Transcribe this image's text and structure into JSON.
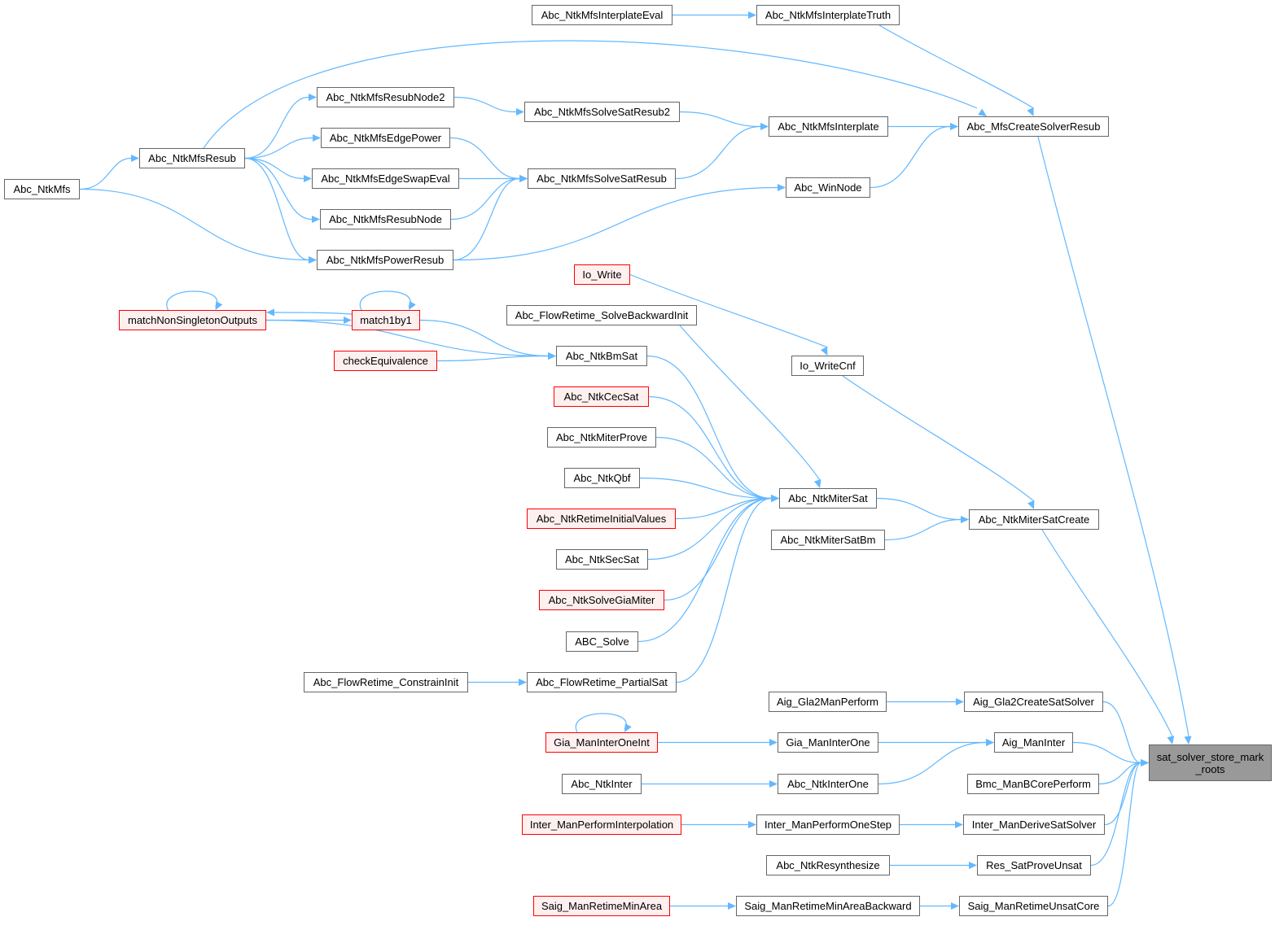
{
  "colors": {
    "edge": "#63b8ff",
    "node_border": "#666666",
    "red_border": "#ff0000",
    "red_fill": "#fff0f0",
    "focus_fill": "#999999"
  },
  "nodes": [
    {
      "label": "Abc_NtkMfsInterplateEval",
      "style": "normal"
    },
    {
      "label": "Abc_NtkMfsInterplateTruth",
      "style": "normal"
    },
    {
      "label": "Abc_NtkMfsResubNode2",
      "style": "normal"
    },
    {
      "label": "Abc_NtkMfsSolveSatResub2",
      "style": "normal"
    },
    {
      "label": "Abc_NtkMfsInterplate",
      "style": "normal"
    },
    {
      "label": "Abc_MfsCreateSolverResub",
      "style": "normal"
    },
    {
      "label": "Abc_NtkMfsEdgePower",
      "style": "normal"
    },
    {
      "label": "Abc_NtkMfsResub",
      "style": "normal"
    },
    {
      "label": "Abc_NtkMfs",
      "style": "normal"
    },
    {
      "label": "Abc_NtkMfsEdgeSwapEval",
      "style": "normal"
    },
    {
      "label": "Abc_NtkMfsSolveSatResub",
      "style": "normal"
    },
    {
      "label": "Abc_WinNode",
      "style": "normal"
    },
    {
      "label": "Abc_NtkMfsResubNode",
      "style": "normal"
    },
    {
      "label": "Abc_NtkMfsPowerResub",
      "style": "normal"
    },
    {
      "label": "Io_Write",
      "style": "red"
    },
    {
      "label": "Abc_FlowRetime_SolveBackwardInit",
      "style": "normal"
    },
    {
      "label": "matchNonSingletonOutputs",
      "style": "red"
    },
    {
      "label": "match1by1",
      "style": "red"
    },
    {
      "label": "Io_WriteCnf",
      "style": "normal"
    },
    {
      "label": "Abc_NtkBmSat",
      "style": "normal"
    },
    {
      "label": "checkEquivalence",
      "style": "red"
    },
    {
      "label": "Abc_NtkCecSat",
      "style": "red"
    },
    {
      "label": "Abc_NtkMiterProve",
      "style": "normal"
    },
    {
      "label": "Abc_NtkQbf",
      "style": "normal"
    },
    {
      "label": "Abc_NtkMiterSat",
      "style": "normal"
    },
    {
      "label": "Abc_NtkRetimeInitialValues",
      "style": "red"
    },
    {
      "label": "Abc_NtkMiterSatCreate",
      "style": "normal"
    },
    {
      "label": "Abc_NtkMiterSatBm",
      "style": "normal"
    },
    {
      "label": "Abc_NtkSecSat",
      "style": "normal"
    },
    {
      "label": "Abc_NtkSolveGiaMiter",
      "style": "red"
    },
    {
      "label": "ABC_Solve",
      "style": "normal"
    },
    {
      "label": "Abc_FlowRetime_ConstrainInit",
      "style": "normal"
    },
    {
      "label": "Abc_FlowRetime_PartialSat",
      "style": "normal"
    },
    {
      "label": "Aig_Gla2ManPerform",
      "style": "normal"
    },
    {
      "label": "Aig_Gla2CreateSatSolver",
      "style": "normal"
    },
    {
      "label": "Gia_ManInterOneInt",
      "style": "red"
    },
    {
      "label": "Gia_ManInterOne",
      "style": "normal"
    },
    {
      "label": "Aig_ManInter",
      "style": "normal"
    },
    {
      "label": "sat_solver_store_mark\n_roots",
      "style": "focus"
    },
    {
      "label": "Abc_NtkInter",
      "style": "normal"
    },
    {
      "label": "Abc_NtkInterOne",
      "style": "normal"
    },
    {
      "label": "Bmc_ManBCorePerform",
      "style": "normal"
    },
    {
      "label": "Inter_ManPerformInterpolation",
      "style": "red"
    },
    {
      "label": "Inter_ManPerformOneStep",
      "style": "normal"
    },
    {
      "label": "Inter_ManDeriveSatSolver",
      "style": "normal"
    },
    {
      "label": "Abc_NtkResynthesize",
      "style": "normal"
    },
    {
      "label": "Res_SatProveUnsat",
      "style": "normal"
    },
    {
      "label": "Saig_ManRetimeMinArea",
      "style": "red"
    },
    {
      "label": "Saig_ManRetimeMinAreaBackward",
      "style": "normal"
    },
    {
      "label": "Saig_ManRetimeUnsatCore",
      "style": "normal"
    }
  ],
  "edges": [
    [
      0,
      1
    ],
    [
      1,
      5
    ],
    [
      7,
      5
    ],
    [
      2,
      3
    ],
    [
      3,
      4
    ],
    [
      4,
      5
    ],
    [
      6,
      10
    ],
    [
      10,
      4
    ],
    [
      11,
      5
    ],
    [
      7,
      2
    ],
    [
      7,
      6
    ],
    [
      7,
      9
    ],
    [
      7,
      12
    ],
    [
      7,
      13
    ],
    [
      8,
      7
    ],
    [
      8,
      13
    ],
    [
      9,
      10
    ],
    [
      12,
      10
    ],
    [
      13,
      10
    ],
    [
      13,
      11
    ],
    [
      14,
      18
    ],
    [
      15,
      24
    ],
    [
      16,
      17
    ],
    [
      17,
      16
    ],
    [
      17,
      17
    ],
    [
      16,
      16
    ],
    [
      17,
      19
    ],
    [
      20,
      19
    ],
    [
      16,
      19
    ],
    [
      19,
      24
    ],
    [
      21,
      24
    ],
    [
      22,
      24
    ],
    [
      23,
      24
    ],
    [
      25,
      24
    ],
    [
      28,
      24
    ],
    [
      29,
      24
    ],
    [
      30,
      24
    ],
    [
      32,
      24
    ],
    [
      31,
      32
    ],
    [
      18,
      26
    ],
    [
      24,
      26
    ],
    [
      27,
      26
    ],
    [
      26,
      38
    ],
    [
      5,
      38
    ],
    [
      33,
      34
    ],
    [
      34,
      38
    ],
    [
      35,
      36
    ],
    [
      35,
      35
    ],
    [
      36,
      37
    ],
    [
      39,
      40
    ],
    [
      40,
      37
    ],
    [
      37,
      38
    ],
    [
      41,
      38
    ],
    [
      42,
      43
    ],
    [
      43,
      44
    ],
    [
      44,
      38
    ],
    [
      45,
      46
    ],
    [
      46,
      38
    ],
    [
      47,
      48
    ],
    [
      48,
      49
    ],
    [
      49,
      38
    ]
  ]
}
